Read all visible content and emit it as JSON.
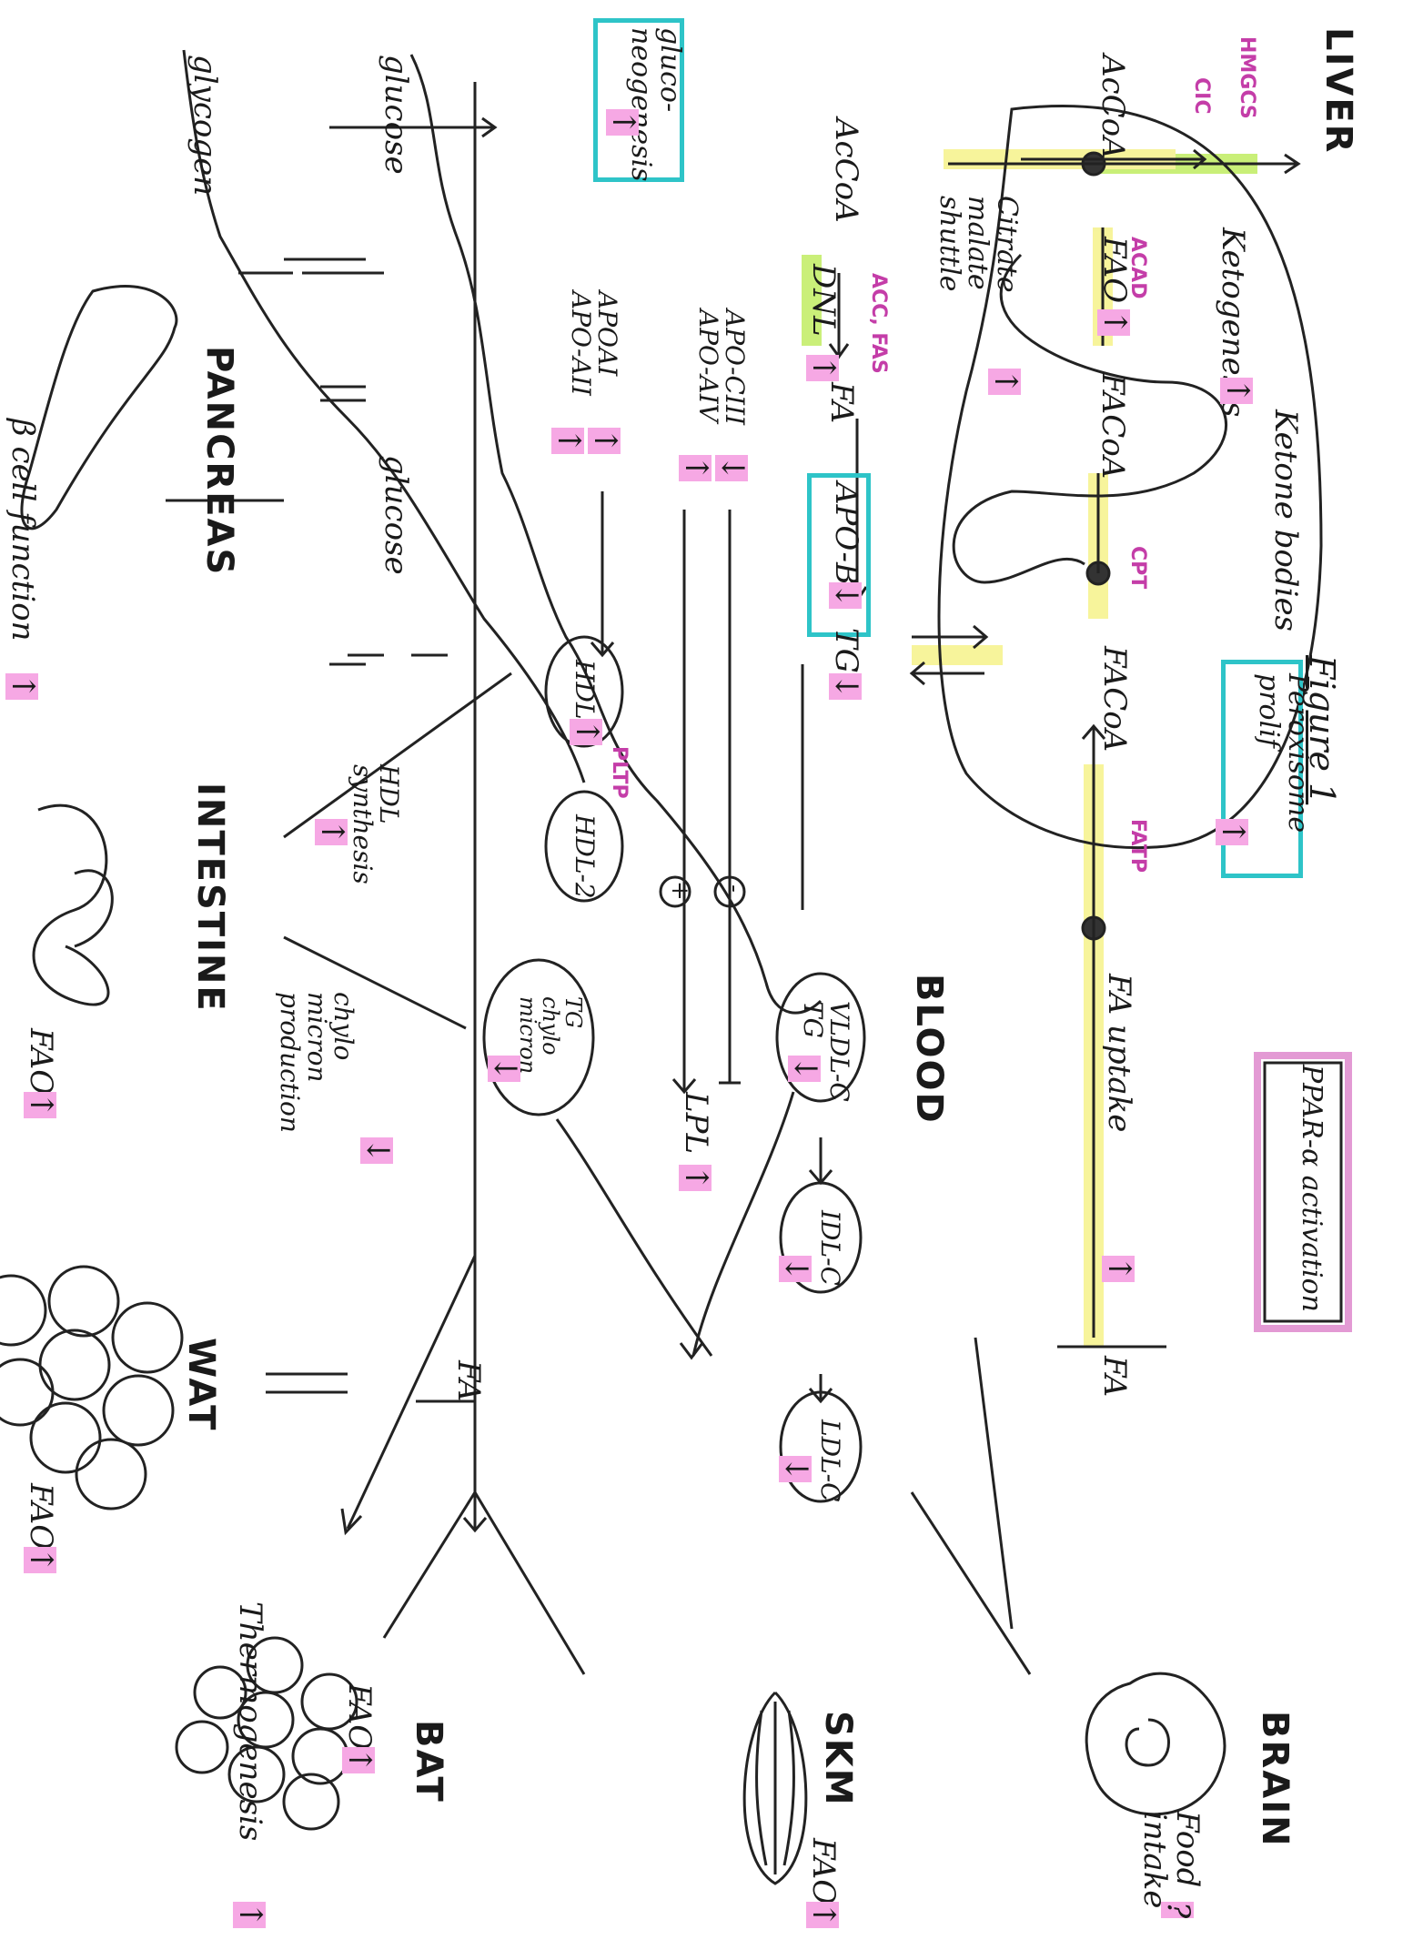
{
  "figure_title": "Figure 1",
  "ppar_box": "PPAR-α activation",
  "organs": {
    "liver": "LIVER",
    "blood": "BLOOD",
    "brain": "BRAIN",
    "skm": "SKM",
    "bat": "BAT",
    "wat": "WAT",
    "intestine": "INTESTINE",
    "pancreas": "PANCREAS"
  },
  "enzymes": {
    "hmgcs": "HMGCS",
    "cic": "CIC",
    "acad": "ACAD",
    "acc_fas": "ACC, FAS",
    "cpt": "CPT",
    "fatp": "FATP",
    "pltp": "PLTP"
  },
  "nodes": {
    "ketone_bodies": "Ketone bodies",
    "ketogenesis": "Ketogenesis",
    "acoa_liver": "AcCoA",
    "fao_liver": "FAO",
    "facoa_liver": "FACoA",
    "citrate_malate": "Citrate\nmalate\nshuttle",
    "acoa_cyto": "AcCoA",
    "dnl": "DNL",
    "fa_liver": "FA",
    "apo_b": "APO-B",
    "tg_liver": "TG",
    "facoa_cyto": "FACoA",
    "peroxisome": "Peroxisome\nprolif",
    "fa_uptake": "FA uptake",
    "fa_blood": "FA",
    "fa_center": "FA",
    "gluconeogenesis": "gluco-\nneogenesis",
    "glucose_top": "glucose",
    "glycogen": "glycogen",
    "glucose_mid": "glucose",
    "apoai_aii": "APOAI\nAPO-AII",
    "apocii_aiv": "APO-CIII\nAPO-AIV",
    "hdl": "HDL",
    "hdl2": "HDL-2",
    "hdl_synthesis": "HDL\nsynthesis",
    "chylo_production": "chylo\nmicron\nproduction",
    "tg_chylo": "TG\nchylo\nmicron",
    "vldl": "VLDL-C\nTG",
    "idl": "IDL-C",
    "ldl": "LDL-C",
    "lpl": "LPL",
    "plus": "+",
    "minus": "-",
    "beta_cell": "β cell function",
    "fao_intestine": "FAO",
    "fao_wat": "FAO",
    "fao_bat": "FAO",
    "thermogenesis": "Thermogenesis",
    "fao_skm": "FAO",
    "food_intake": "Food\nintake"
  },
  "indicators": {
    "up": "↑",
    "down": "↓",
    "unknown": "?"
  }
}
